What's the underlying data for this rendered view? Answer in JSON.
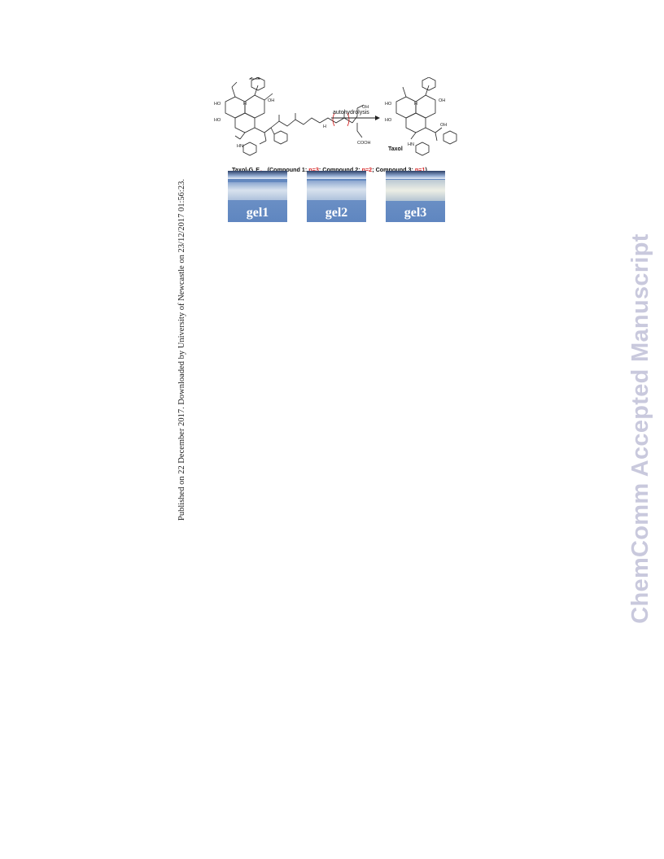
{
  "side_note": "Published on 22 December 2017. Downloaded by University of Newcastle on 23/12/2017 01:56:23.",
  "watermark": "ChemComm Accepted Manuscript",
  "scheme": {
    "arrow_label": "autohydrolysis",
    "product_label": "Taxol",
    "groups": {
      "oh": "OH",
      "ho": "HO",
      "h": "H",
      "nh": "HN",
      "cooh": "COOH",
      "nh2": "H",
      "oh2": "OH"
    }
  },
  "caption": {
    "prefix": "Taxol-G",
    "sub_n": "n",
    "e": "E",
    "sub_4n": "4-n",
    "c1": " (Compound 1: ",
    "n1": "n=3",
    "c2": "; Compound 2: ",
    "n2": "n=2",
    "c3": "; Compound 3: ",
    "n3": "n=1",
    "end": ")"
  },
  "vials": [
    {
      "label": "gel1"
    },
    {
      "label": "gel2"
    },
    {
      "label": "gel3"
    }
  ]
}
